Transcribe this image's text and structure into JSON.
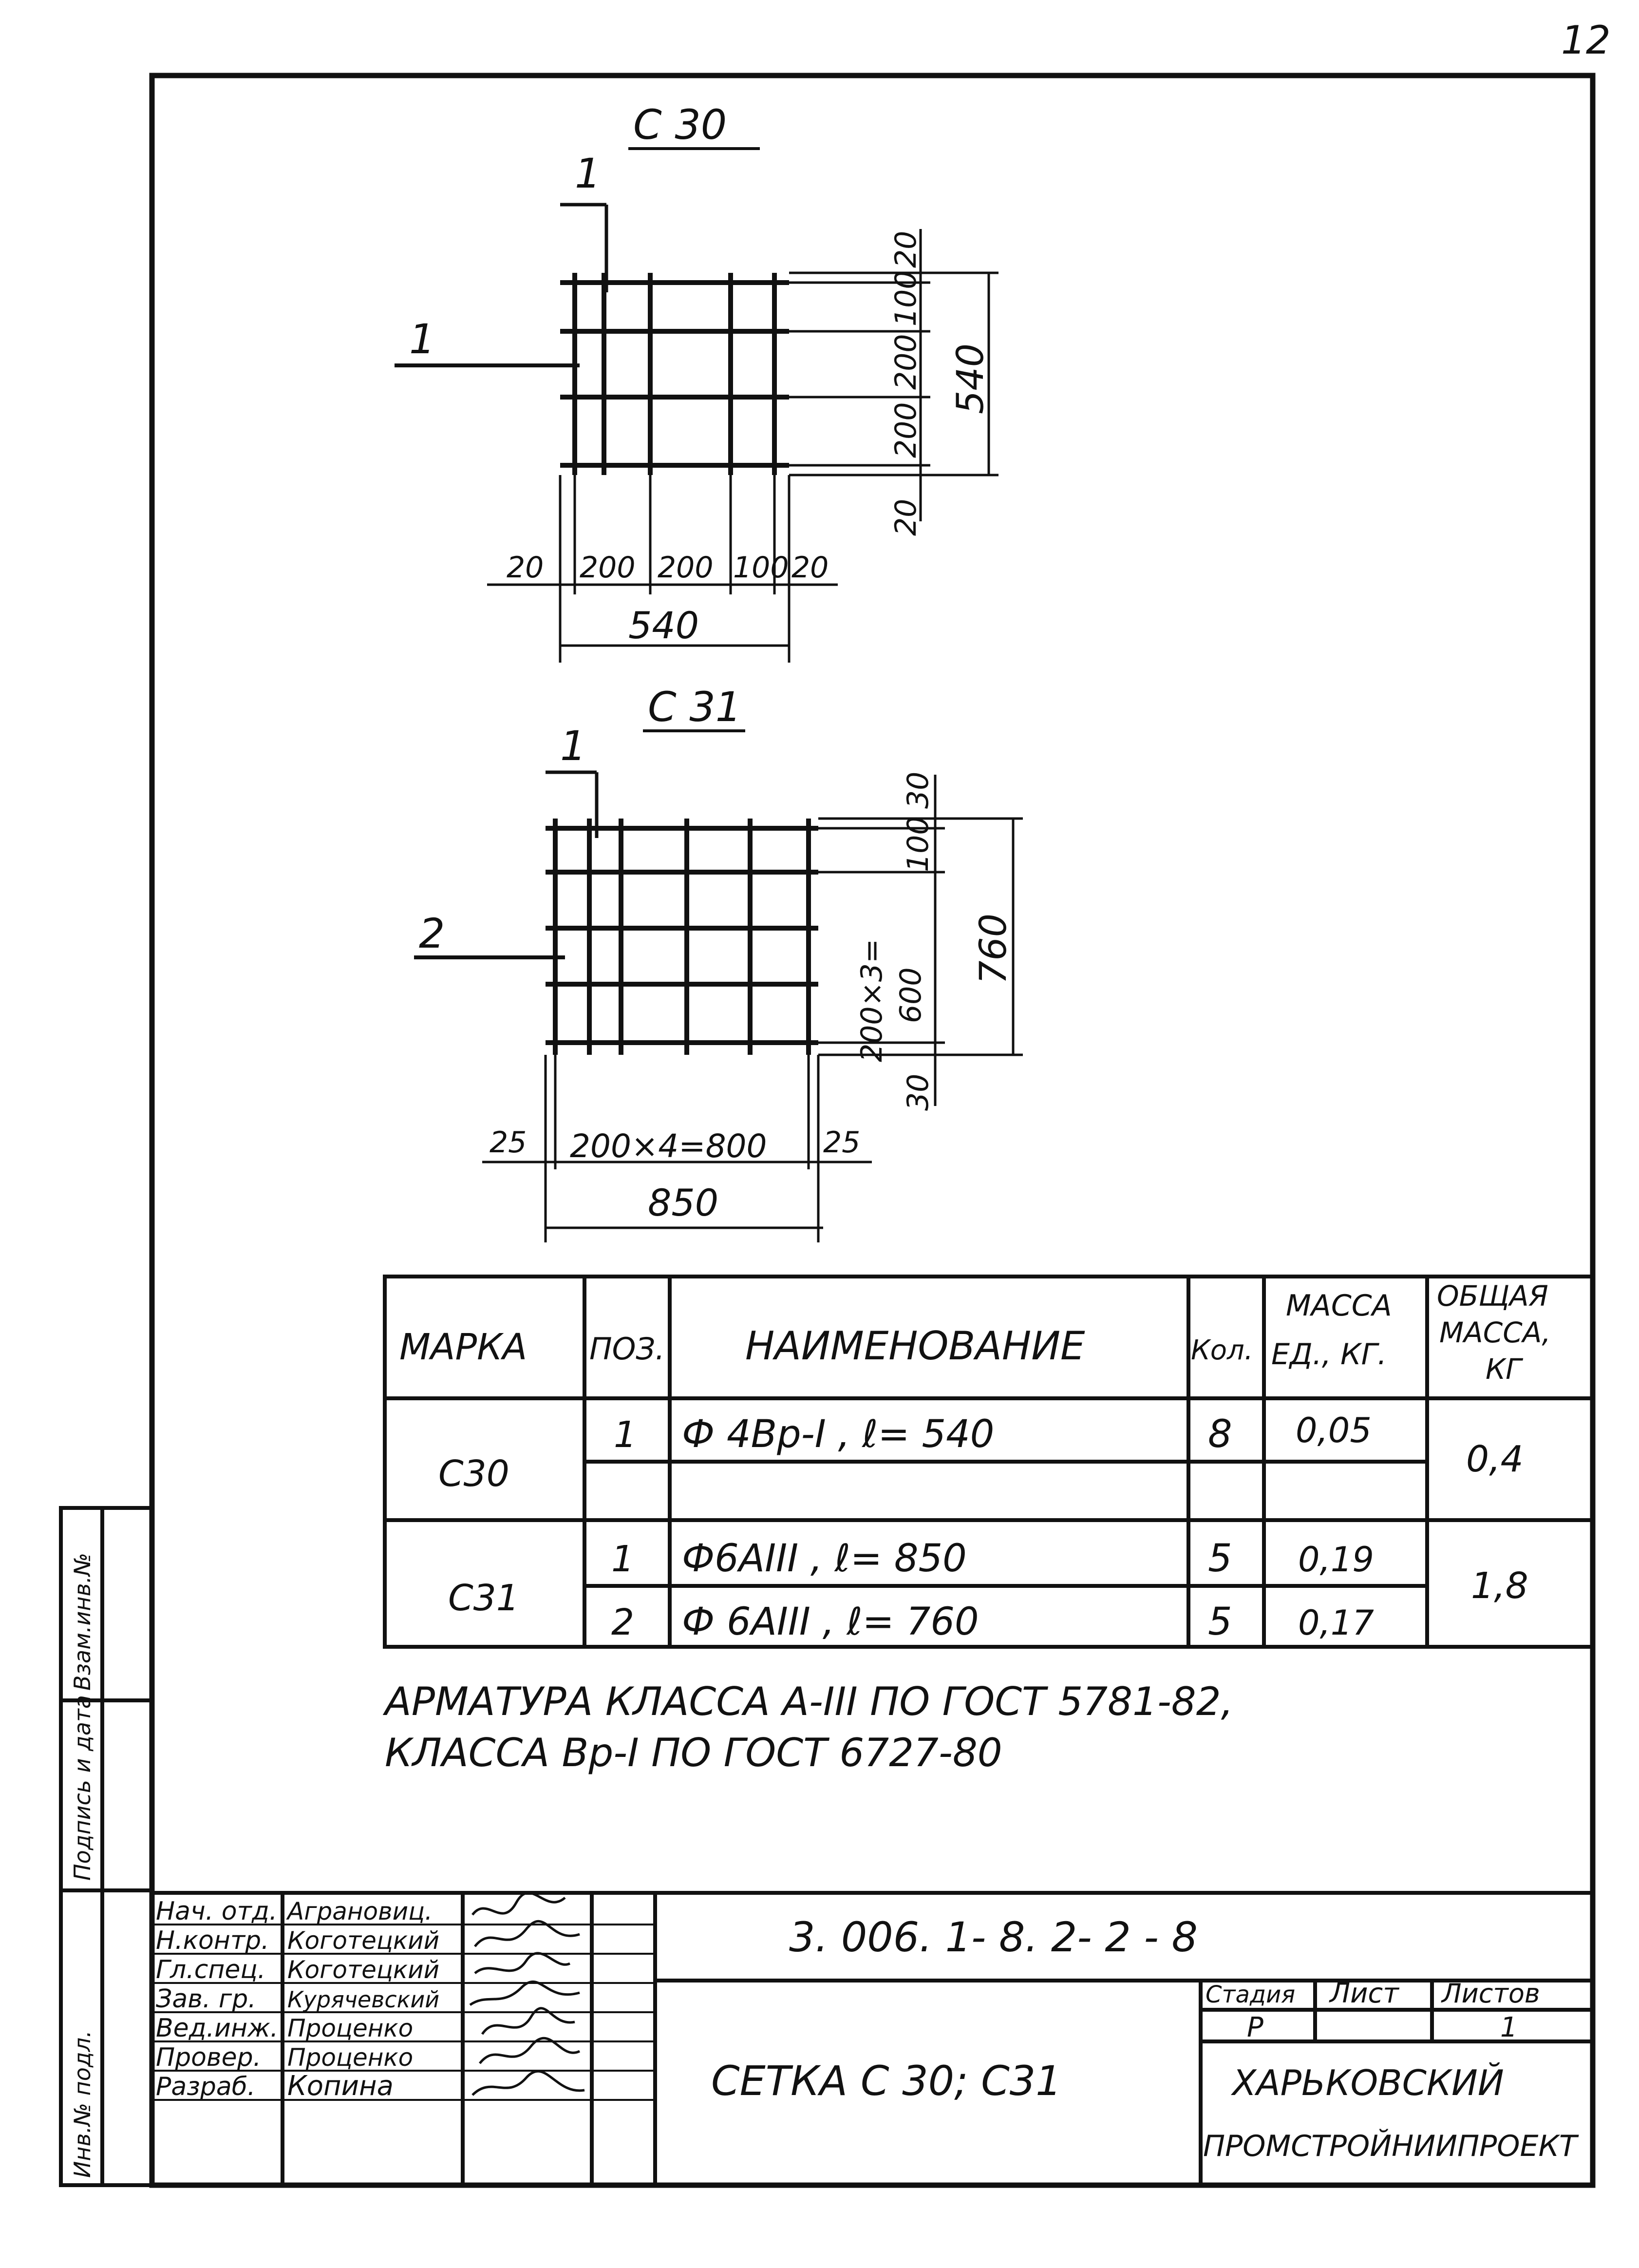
{
  "page_number": "12",
  "side_stamp": [
    "Инв.№ подл.",
    "Подпись и дата",
    "Взам.инв.№"
  ],
  "mesh_c30": {
    "title": "С 30",
    "section_mark": "1",
    "position_mark": "1",
    "dims_right": [
      "20",
      "100",
      "200",
      "200",
      "20"
    ],
    "total_height": "540",
    "dims_bottom": [
      "20",
      "200",
      "200",
      "100",
      "20"
    ],
    "total_width": "540"
  },
  "mesh_c31": {
    "title": "С 31",
    "section_mark": "1",
    "position_mark": "2",
    "dims_right_top": "30",
    "dims_right_100": "100",
    "dims_right_600_a": "200×3=",
    "dims_right_600_b": "600",
    "dims_right_bottom": "30",
    "total_height": "760",
    "dims_bottom": [
      "25",
      "200×4=800",
      "25"
    ],
    "total_width": "850"
  },
  "spec_table": {
    "headers": {
      "mark": "МАРКА",
      "pos": "ПОЗ.",
      "name": "НАИМЕНОВАНИЕ",
      "qty": "Кол.",
      "unit_mass_1": "МАССА",
      "unit_mass_2": "ЕД., КГ.",
      "total_mass_1": "ОБЩАЯ",
      "total_mass_2": "МАССА,",
      "total_mass_3": "КГ"
    },
    "rows": [
      {
        "mark": "С30",
        "pos": "1",
        "name": "Ф 4Вр-I , ℓ= 540",
        "qty": "8",
        "unit_mass": "0,05",
        "total_mass": "0,4"
      },
      {
        "mark": "С31",
        "pos": "1",
        "name": "Ф6АIII ,  ℓ= 850",
        "qty": "5",
        "unit_mass": "0,19",
        "total_mass": "1,8"
      },
      {
        "mark": "",
        "pos": "2",
        "name": "Ф 6АIII ,  ℓ= 760",
        "qty": "5",
        "unit_mass": "0,17",
        "total_mass": ""
      }
    ]
  },
  "notes": [
    "АРМАТУРА  КЛАССА  А-III  ПО  ГОСТ 5781-82,",
    "КЛАССА  Вр-I  ПО  ГОСТ 6727-80"
  ],
  "title_block": {
    "roles": [
      "Нач. отд.",
      "Н.контр.",
      "Гл.спец.",
      "Зав. гр.",
      "Вед.инж.",
      "Провер.",
      "Разраб."
    ],
    "names": [
      "Аграновиц.",
      "Коготецкий",
      "Коготецкий",
      "Курячевский",
      "Проценко",
      "Проценко",
      "Копина"
    ],
    "doc_code": "3. 006. 1- 8. 2- 2 - 8",
    "sheet_title": "СЕТКА   С 30; С31",
    "stage_label": "Стадия",
    "sheet_label": "Лист",
    "sheets_label": "Листов",
    "stage_value": "Р",
    "sheets_value": "1",
    "org_1": "ХАРЬКОВСКИЙ",
    "org_2": "ПРОМСТРОЙНИИПРОЕКТ"
  }
}
